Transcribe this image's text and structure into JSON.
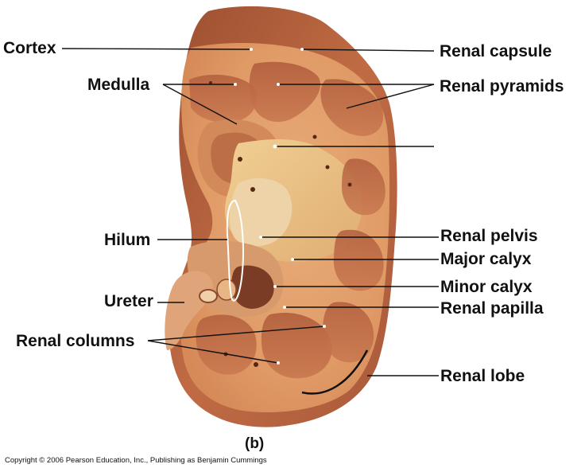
{
  "labels": {
    "cortex": "Cortex",
    "medulla": "Medulla",
    "hilum": "Hilum",
    "ureter": "Ureter",
    "renal_columns": "Renal columns",
    "renal_capsule": "Renal capsule",
    "renal_pyramids": "Renal pyramids",
    "renal_pelvis": "Renal pelvis",
    "major_calyx": "Major calyx",
    "minor_calyx": "Minor calyx",
    "renal_papilla": "Renal papilla",
    "renal_lobe": "Renal lobe"
  },
  "panel_label": "(b)",
  "copyright": "Copyright © 2006 Pearson Education, Inc., Publishing as Benjamin Cummings",
  "colors": {
    "capsule": "#b9653f",
    "cortex": "#e2a26f",
    "medulla": "#b66a45",
    "sinus_fat": "#ecc589",
    "pelvis": "#e9c6a0",
    "leader_line": "#111111"
  }
}
